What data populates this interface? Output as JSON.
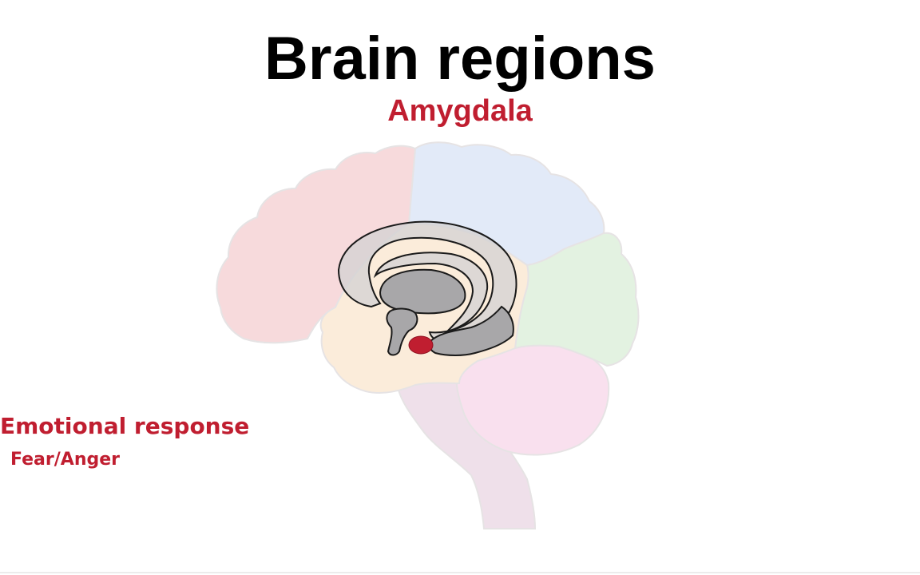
{
  "title": "Brain regions",
  "highlighted_region": "Amygdala",
  "function": {
    "label": "Emotional response",
    "detail": "Fear/Anger"
  },
  "colors": {
    "accent": "#c01e30",
    "frontal": "#f7dadc",
    "parietal": "#e2eaf8",
    "occipital": "#e3f2e1",
    "temporal": "#fbecda",
    "cerebellum": "#f9e0ee",
    "brainstem": "#efe0ea",
    "limbic_fill": "#d3d2d3",
    "limbic_dark": "#a8a7a9",
    "outline": "#1a1a1a"
  }
}
